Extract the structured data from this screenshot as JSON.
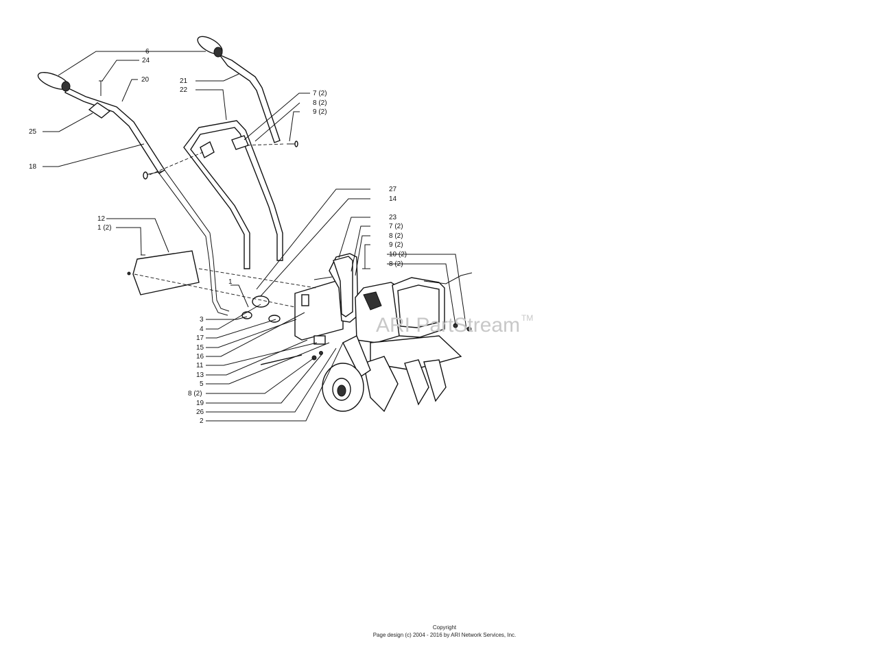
{
  "diagram": {
    "labels": [
      "6",
      "24",
      "20",
      "25",
      "18",
      "21",
      "22",
      "7 (2)",
      "8 (2)",
      "9 (2)",
      "27",
      "14",
      "12",
      "1 (2)",
      "23",
      "7 (2)",
      "8 (2)",
      "9 (2)",
      "10 (2)",
      "8 (2)",
      "1",
      "3",
      "4",
      "17",
      "15",
      "16",
      "11",
      "13",
      "5",
      "8 (2)",
      "19",
      "26",
      "2"
    ],
    "watermark": {
      "brand": "ARI PartStream",
      "tm": "TM"
    }
  },
  "footer": {
    "copyright_title": "Copyright",
    "copyright_line": "Page design (c) 2004 - 2016 by ARI Network Services, Inc."
  }
}
